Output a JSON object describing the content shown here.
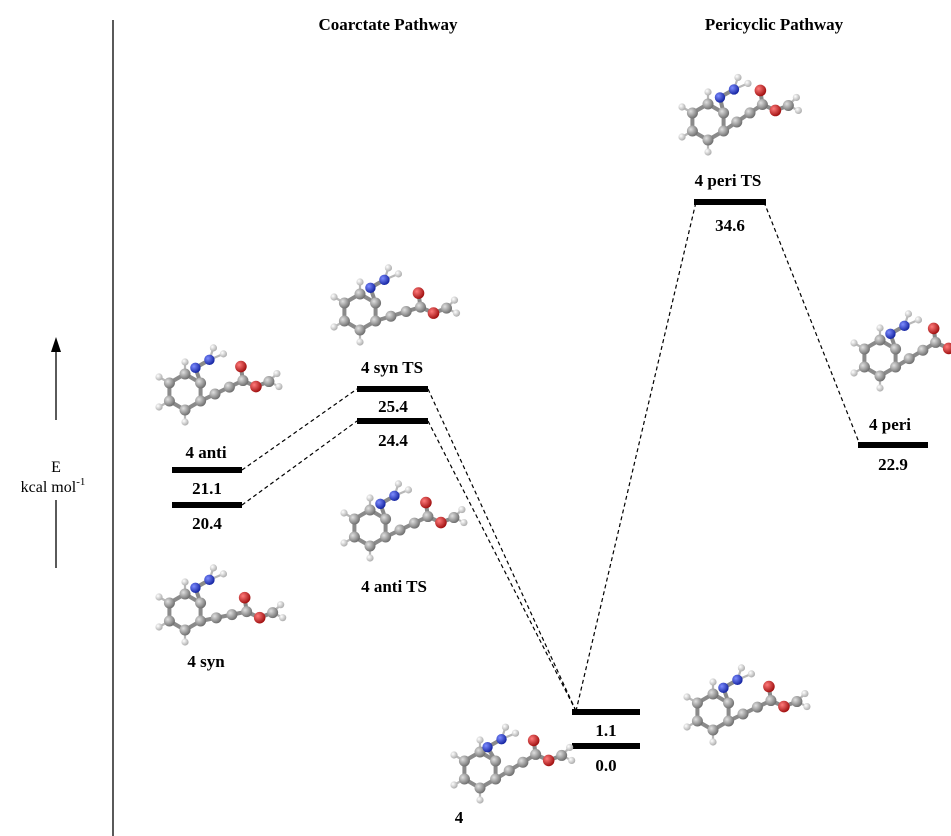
{
  "headers": {
    "coarctate": "Coarctate Pathway",
    "pericyclic": "Pericyclic Pathway"
  },
  "axis": {
    "letter": "E",
    "unit_base": "kcal mol",
    "unit_exp": "-1"
  },
  "species": {
    "anti": {
      "name": "4 anti",
      "energy": "21.1"
    },
    "syn": {
      "name": "4 syn",
      "energy": "20.4"
    },
    "syn_ts": {
      "name": "4 syn TS",
      "energy": "25.4"
    },
    "anti_ts": {
      "name": "4 anti TS",
      "energy": "24.4"
    },
    "reactant": {
      "name": "4",
      "energy": "0.0"
    },
    "reactant_conf": {
      "energy": "1.1"
    },
    "peri_ts": {
      "name": "4 peri TS",
      "energy": "34.6"
    },
    "peri": {
      "name": "4 peri",
      "energy": "22.9"
    }
  },
  "colors": {
    "carbon": "#8a8a8a",
    "hydrogen": "#e6e6e6",
    "nitrogen": "#1f35c9",
    "oxygen": "#d01818"
  },
  "icons": {
    "axis_arrow": "up-arrow-icon",
    "molecule": "ball-and-stick-molecule-icon"
  }
}
